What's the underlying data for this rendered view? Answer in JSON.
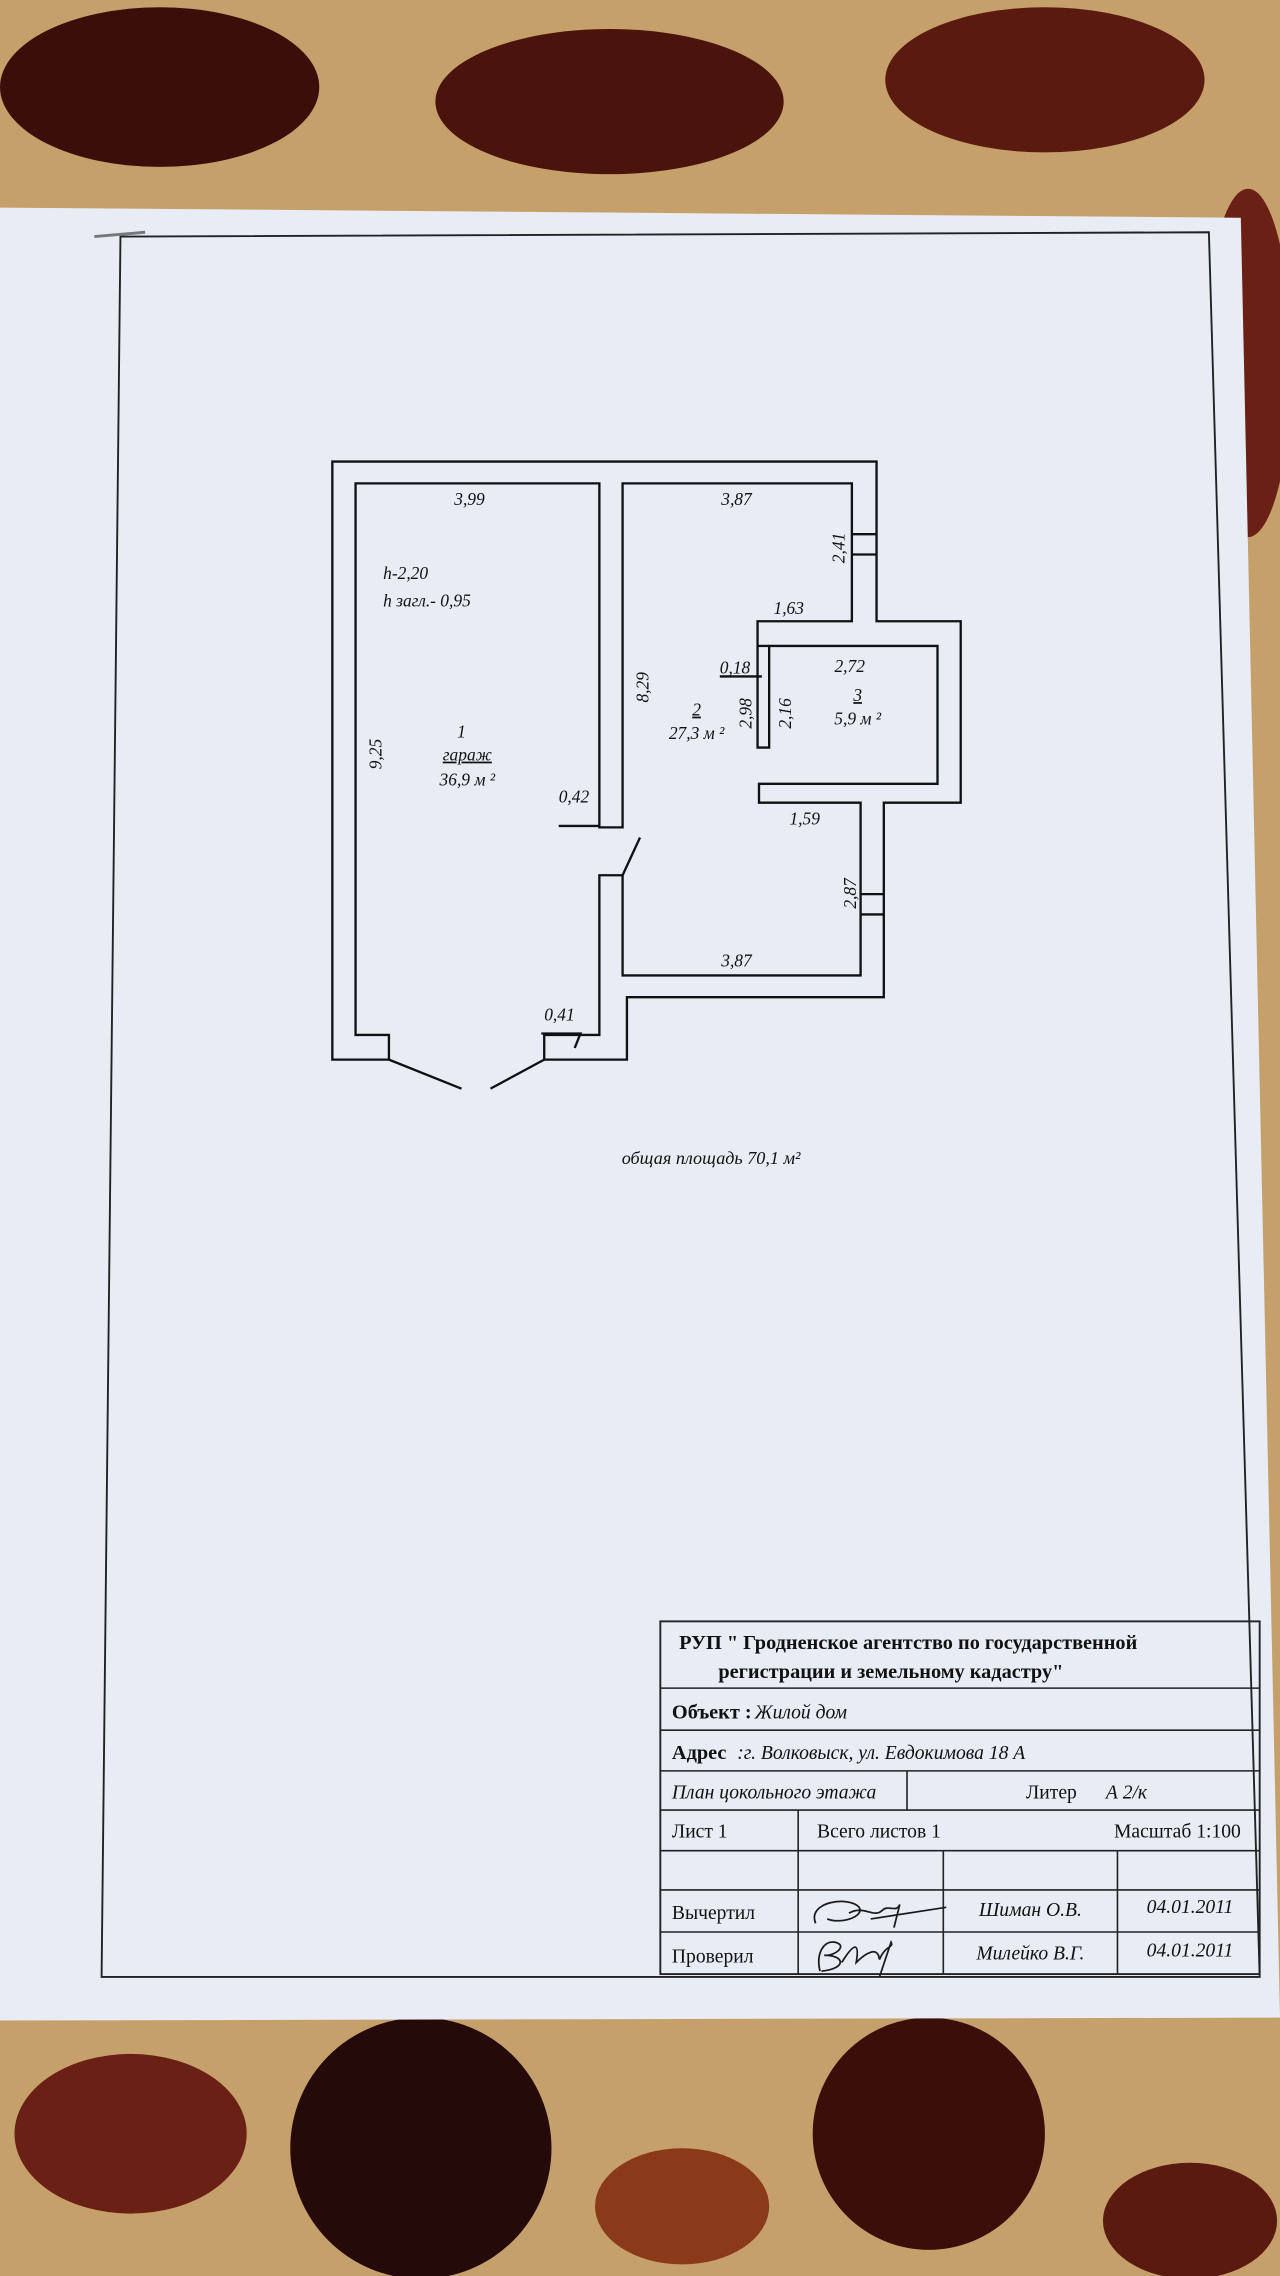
{
  "plan": {
    "room1": {
      "number": "1",
      "name": "гараж",
      "area": "36,9 м ²"
    },
    "room2": {
      "number": "2",
      "area": "27,3 м ²"
    },
    "room3": {
      "number": "3",
      "area": "5,9 м ²"
    },
    "height": "h-2,20",
    "depth": "h загл.- 0,95",
    "dimensions": [
      "3,99",
      "3,87",
      "2,41",
      "1,63",
      "0,18",
      "2,72",
      "8,29",
      "2,98",
      "2,16",
      "9,25",
      "0,42",
      "1,59",
      "2,87",
      "3,87",
      "0,41"
    ],
    "total_area": "общая площадь 70,1 м²"
  },
  "title_block": {
    "org_line1": "РУП \" Гродненское агентство по государственной",
    "org_line2": "регистрации и земельному кадастру\"",
    "object_label": "Объект :",
    "object_value": "Жилой дом",
    "address_label": "Адрес",
    "address_value": ":г. Волковыск, ул. Евдокимова 18 А",
    "plan_name": "План  цокольного этажа",
    "liter_label": "Литер",
    "liter_value": "А 2/к",
    "sheet": "Лист 1",
    "total_sheets": "Всего листов 1",
    "scale": "Масштаб 1:100",
    "drawn_label": "Вычертил",
    "drawn_name": "Шиман О.В.",
    "drawn_date": "04.01.2011",
    "checked_label": "Проверил",
    "checked_name": "Милейко В.Г.",
    "checked_date": "04.01.2011"
  },
  "colors": {
    "paper": "#e8ecf4",
    "carpet": "#b8905a",
    "carpet_dark": "#4a140c",
    "ink": "#111111"
  }
}
